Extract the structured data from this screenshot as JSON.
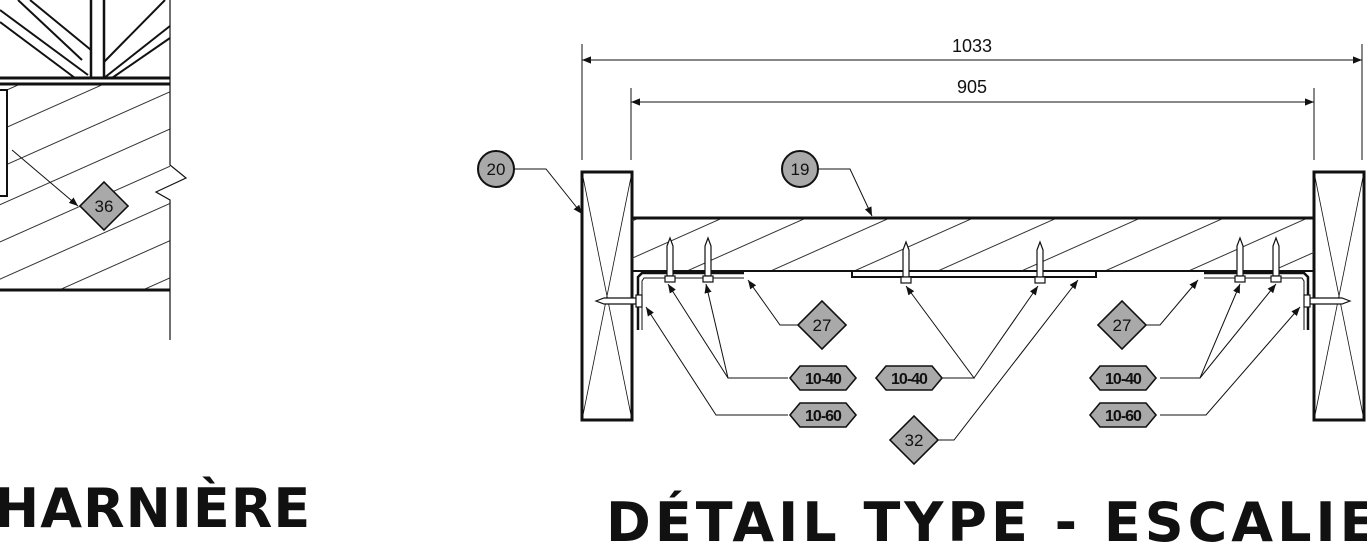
{
  "dimensions": {
    "overall": "1033",
    "inner": "905"
  },
  "callouts": {
    "c20": "20",
    "c19": "19",
    "t36": "36",
    "t27_left": "27",
    "t27_right": "27",
    "t32": "32",
    "s1040_left": "10-40",
    "s1040_mid": "10-40",
    "s1040_right": "10-40",
    "s1060_left": "10-60",
    "s1060_right": "10-60"
  },
  "titles": {
    "left": "HARNIÈRE",
    "right": "DÉTAIL TYPE - ESCALIER"
  },
  "colors": {
    "line": "#111111",
    "tag_fill": "#a9a9a9",
    "background": "#ffffff"
  }
}
